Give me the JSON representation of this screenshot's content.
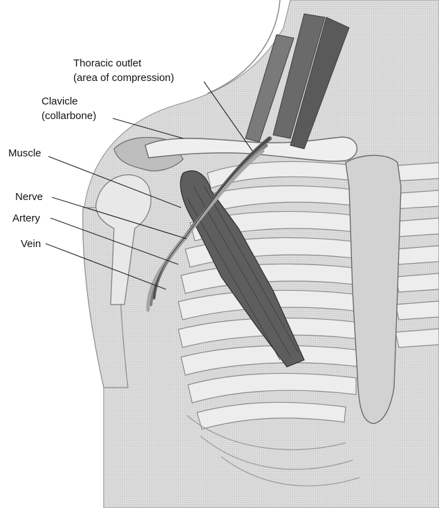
{
  "figure": {
    "labels": {
      "thoracic_outlet_line1": "Thoracic outlet",
      "thoracic_outlet_line2": "(area of compression)",
      "clavicle_line1": "Clavicle",
      "clavicle_line2": "(collarbone)",
      "muscle": "Muscle",
      "nerve": "Nerve",
      "artery": "Artery",
      "vein": "Vein"
    },
    "colors": {
      "background": "#ffffff",
      "skin": "#dcdcdc",
      "body_shadow": "#c4c4c4",
      "bone": "#efefef",
      "bone_shade": "#cfcfcf",
      "muscle": "#6e6e6e",
      "muscle_dark": "#444444",
      "vessel": "#888888",
      "leader_line": "#222222",
      "text": "#111111"
    }
  }
}
